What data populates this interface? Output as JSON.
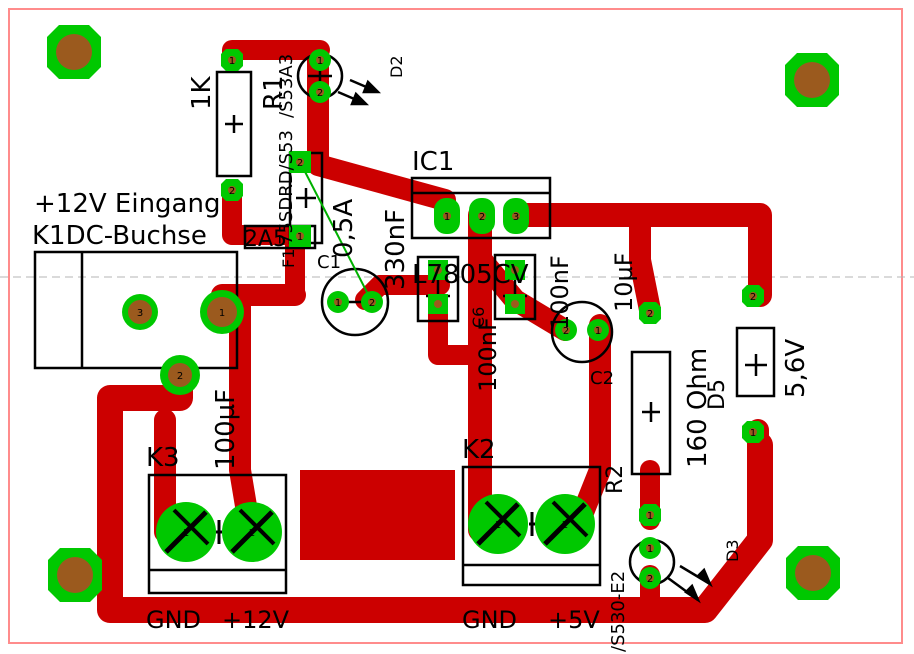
{
  "colors": {
    "background": "#ffffff",
    "board_outline": "#ff8c8c",
    "copper": "#cc0000",
    "pad": "#00c800",
    "hole": "#9b5a1e",
    "silk": "#000000",
    "airwire": "#00b000"
  },
  "labels": {
    "r1_value": "1K",
    "r1_name": "R1",
    "d2_part": "/S53A3",
    "d2_name": "D2",
    "f1_part": "75SDRD/S53",
    "f1_name": "F1",
    "f1_value": "2A5",
    "c1_value": "0,5A",
    "c1_name": "C1",
    "c_330": "330nF",
    "ic1_name": "IC1",
    "ic1_value": "L7805CV",
    "c_100n_a": "100nF",
    "c6_name": "C6",
    "c_100n_b": "100nF",
    "c_10u": "10µF",
    "c2_name": "C2",
    "r2_value": "160 Ohm",
    "r2_name": "R2",
    "d5_name": "D5",
    "d5_value": "5,6V",
    "d3_name": "D3",
    "e2_part": "/S530-E2",
    "input_line1": "+12V Eingang",
    "input_line2": "K1DC-Buchse",
    "c_100u": "100µF",
    "k3_name": "K3",
    "k2_name": "K2",
    "k3_pin1": "GND",
    "k3_pin2": "+12V",
    "k2_pin1": "GND",
    "k2_pin2": "+5V"
  },
  "pads": {
    "n1": "1",
    "n2": "2",
    "n3": "3"
  }
}
